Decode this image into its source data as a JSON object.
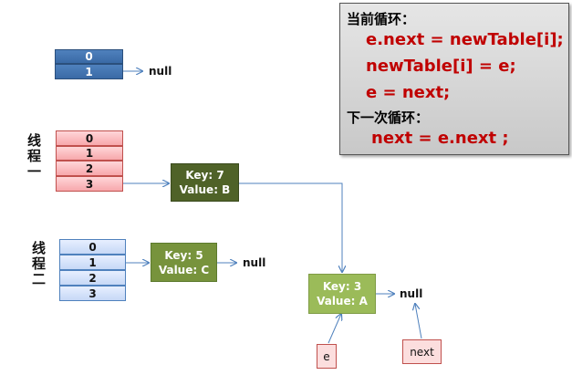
{
  "top_table": {
    "cells": [
      "0",
      "1"
    ],
    "null_label": "null"
  },
  "thread1": {
    "label": "线程一",
    "cells": [
      "0",
      "1",
      "2",
      "3"
    ],
    "node": {
      "key": "Key: 7",
      "value": "Value: B"
    }
  },
  "thread2": {
    "label": "线程二",
    "cells": [
      "0",
      "1",
      "2",
      "3"
    ],
    "node": {
      "key": "Key: 5",
      "value": "Value: C"
    },
    "null_label": "null"
  },
  "shared_node": {
    "key": "Key: 3",
    "value": "Value: A",
    "null_label": "null"
  },
  "pointers": {
    "e": "e",
    "next": "next"
  },
  "code_panel": {
    "current_heading": "当前循环：",
    "current_lines": [
      "e.next = newTable[i];",
      "newTable[i] = e;",
      "e = next;"
    ],
    "next_heading": "下一次循环：",
    "next_lines": [
      "next = e.next ;"
    ]
  },
  "colors": {
    "top_table": "#4f81bd",
    "thread1_table": "#f7a7ab",
    "thread2_table": "#c6d8f6",
    "node_dark": "#4f6228",
    "node_mid": "#77933c",
    "node_light": "#9bbb59",
    "code_text": "#c00000",
    "arrow": "#4f81bd"
  }
}
